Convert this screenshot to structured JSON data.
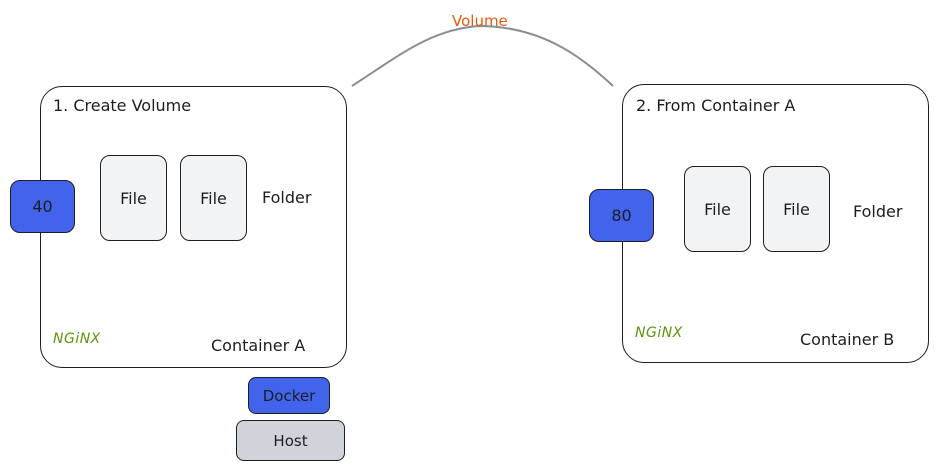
{
  "volume": {
    "label": "Volume",
    "color": "#e8590c"
  },
  "containers": [
    {
      "title": "1. Create Volume",
      "port": "40",
      "files": [
        "File",
        "File"
      ],
      "folder": "Folder",
      "nginx": "NGiNX",
      "name": "Container A"
    },
    {
      "title": "2. From Container A",
      "port": "80",
      "files": [
        "File",
        "File"
      ],
      "folder": "Folder",
      "nginx": "NGiNX",
      "name": "Container B"
    }
  ],
  "stack": {
    "docker": "Docker",
    "host": "Host"
  },
  "colors": {
    "port": "#4263eb",
    "file": "#f1f3f5",
    "nginx": "#5c940d",
    "host": "#ced4da"
  }
}
